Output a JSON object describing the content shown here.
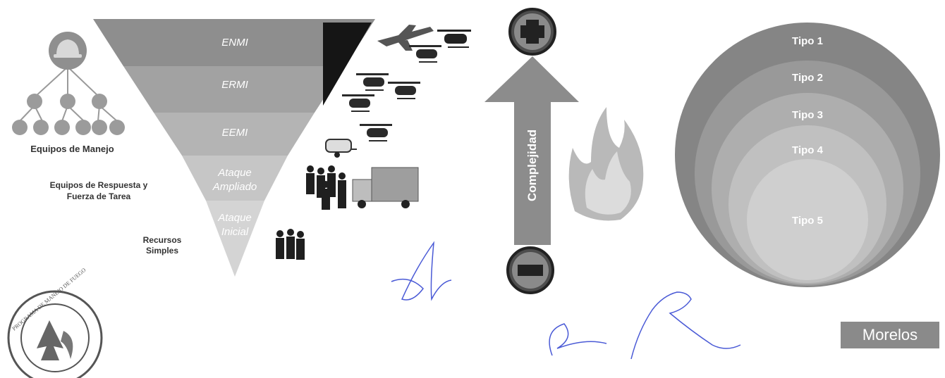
{
  "management": {
    "equipos_manejo": "Equipos de Manejo",
    "equipos_respuesta_line1": "Equipos de Respuesta y",
    "equipos_respuesta_line2": "Fuerza de Tarea",
    "recursos_line1": "Recursos",
    "recursos_line2": "Simples",
    "icon": "hard-hat-icon"
  },
  "pyramid": {
    "levels": [
      {
        "label": "ENMI",
        "color": "#8e8e8e"
      },
      {
        "label": "ERMI",
        "color": "#a2a2a2"
      },
      {
        "label": "EEMI",
        "color": "#b4b4b4"
      },
      {
        "label_line1": "Ataque",
        "label_line2": "Ampliado",
        "color": "#c6c6c6"
      },
      {
        "label_line1": "Ataque",
        "label_line2": "Inicial",
        "color": "#d4d4d4"
      }
    ]
  },
  "resources": {
    "icons": [
      "airplane-icon",
      "helicopter-icon",
      "trailer-icon",
      "truck-icon",
      "people-icon"
    ]
  },
  "complexity": {
    "label": "Complejidad",
    "plus_icon": "plus-icon",
    "minus_icon": "minus-icon",
    "fire_icon": "fire-icon"
  },
  "tipos": [
    "Tipo 1",
    "Tipo 2",
    "Tipo 3",
    "Tipo 4",
    "Tipo 5"
  ],
  "badge": "Morelos",
  "seal": {
    "text": "PROGRAMA DE MANEJO DE FUEGO"
  }
}
